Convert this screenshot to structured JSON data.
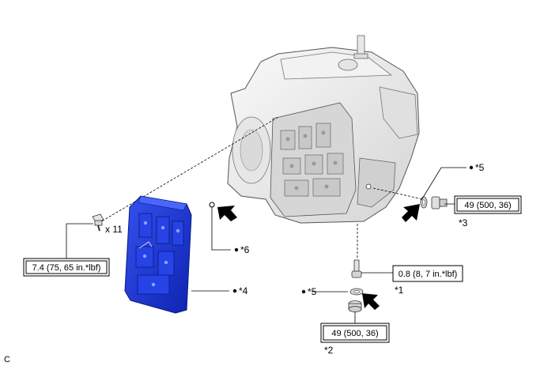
{
  "callouts": {
    "star1": "*1",
    "star2": "*2",
    "star3": "*3",
    "star4": "*4",
    "star5_top": "*5",
    "star5_bottom": "*5",
    "star6": "*6"
  },
  "torque": {
    "bolt_x11": "7.4 (75, 65 in.*lbf)",
    "screw_star1": "0.8 (8, 7 in.*lbf)",
    "plug_star3": "49 (500, 36)",
    "plug_star2": "49 (500, 36)"
  },
  "quantity": "x 11",
  "corner_label": "C",
  "colors": {
    "valve_body": "#1a35d8",
    "transaxle": "#eeeeee",
    "line": "#000000"
  }
}
